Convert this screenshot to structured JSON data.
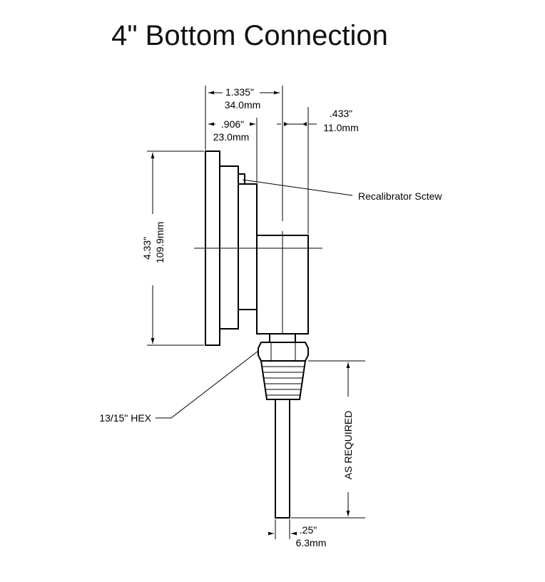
{
  "title": "4\" Bottom Connection",
  "dimensions": {
    "overall_depth": {
      "inch": "1.335\"",
      "mm": "34.0mm"
    },
    "case_depth": {
      "inch": ".906\"",
      "mm": "23.0mm"
    },
    "stem_offset": {
      "inch": ".433\"",
      "mm": "11.0mm"
    },
    "height": {
      "inch": "4.33\"",
      "mm": "109.9mm"
    },
    "stem_diameter": {
      "inch": ".25\"",
      "mm": "6.3mm"
    },
    "stem_length": "AS REQUIRED"
  },
  "callouts": {
    "recalibrator": "Recalibrator Sctew",
    "hex": "13/15\" HEX"
  }
}
